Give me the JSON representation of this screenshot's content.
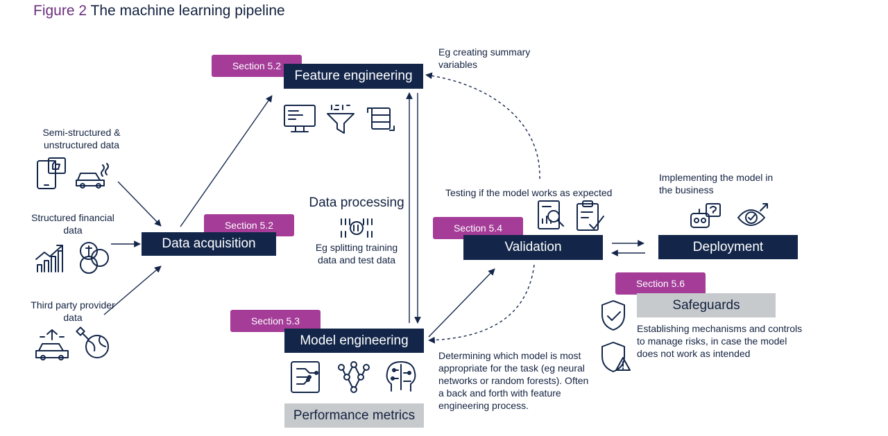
{
  "figure": {
    "number": "Figure 2",
    "title": "The machine learning pipeline"
  },
  "sources": {
    "semi_structured": "Semi-structured & unstructured data",
    "structured": "Structured financial data",
    "third_party": "Third party provider data"
  },
  "data_acquisition": {
    "label": "Data acquisition",
    "section": "Section 5.2"
  },
  "feature_engineering": {
    "label": "Feature engineering",
    "section": "Section 5.2",
    "note": "Eg creating summary variables"
  },
  "data_processing": {
    "label": "Data processing",
    "note": "Eg splitting training data and test data"
  },
  "model_engineering": {
    "label": "Model engineering",
    "section": "Section 5.3",
    "metrics": "Performance metrics"
  },
  "validation": {
    "label": "Validation",
    "section": "Section 5.4",
    "note": "Testing if the model works as expected",
    "model_note": "Determining which model is most appropriate for the task (eg neural networks or random forests). Often a back and forth with feature engineering process."
  },
  "deployment": {
    "label": "Deployment",
    "note": "Implementing the model in the business"
  },
  "safeguards": {
    "label": "Safeguards",
    "section": "Section 5.6",
    "note": "Establishing mechanisms and controls to manage risks, in case the model does not work as intended"
  },
  "icons": [
    "phone-thumbs-up-icon",
    "car-emissions-icon",
    "growth-chart-icon",
    "currency-coins-icon",
    "connected-car-icon",
    "satellite-globe-icon",
    "monitor-code-icon",
    "filter-funnel-icon",
    "database-cycle-icon",
    "binary-data-icon",
    "circuit-board-icon",
    "neural-network-icon",
    "brain-circuit-icon",
    "report-search-icon",
    "clipboard-check-icon",
    "robot-question-icon",
    "target-check-icon",
    "shield-check-icon",
    "shield-warning-icon"
  ]
}
